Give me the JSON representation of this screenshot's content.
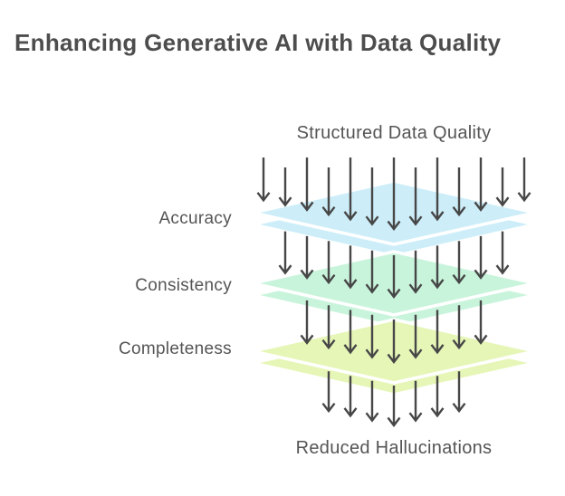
{
  "title": "Enhancing Generative AI with Data Quality",
  "diagram": {
    "input_label": "Structured Data Quality",
    "output_label": "Reduced Hallucinations",
    "layers": [
      {
        "label": "Accuracy",
        "color": "#cdeef9"
      },
      {
        "label": "Consistency",
        "color": "#c9f4dc"
      },
      {
        "label": "Completeness",
        "color": "#e6f6b7"
      }
    ],
    "arrow_groups": [
      {
        "name": "input-to-accuracy",
        "count": 13
      },
      {
        "name": "accuracy-to-consistency",
        "count": 11
      },
      {
        "name": "consistency-to-completeness",
        "count": 9
      },
      {
        "name": "completeness-to-output",
        "count": 7
      }
    ],
    "arrow_color": "#474747",
    "title_color": "#4d4d4d",
    "text_color": "#555555",
    "plate_edge_color": "#ffffff",
    "background_color": "#ffffff"
  }
}
